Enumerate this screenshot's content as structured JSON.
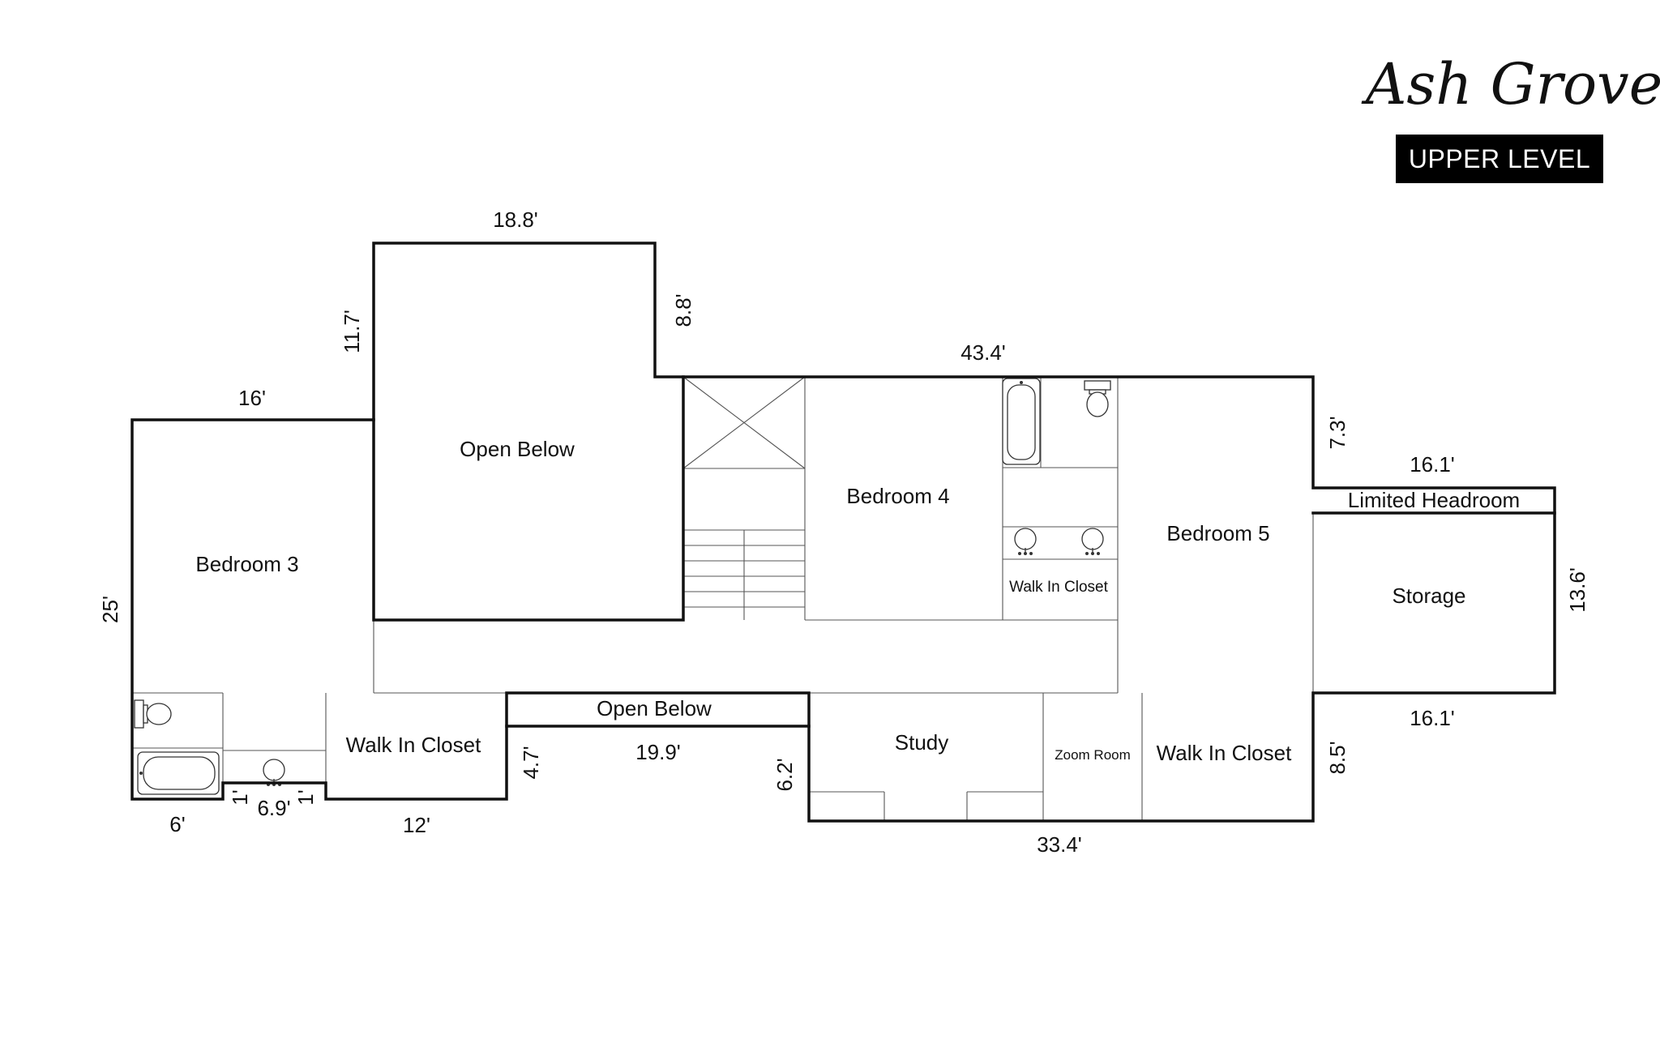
{
  "brand": {
    "title": "Ash Grove",
    "level": "UPPER LEVEL"
  },
  "rooms": {
    "open_below_top": "Open Below",
    "bedroom3": "Bedroom 3",
    "bedroom4": "Bedroom 4",
    "bedroom5": "Bedroom 5",
    "walk_in_closet_b4": "Walk In Closet",
    "walk_in_closet_left": "Walk In Closet",
    "walk_in_closet_right": "Walk In Closet",
    "open_below_strip": "Open Below",
    "study": "Study",
    "zoom_room": "Zoom Room",
    "limited_headroom": "Limited Headroom",
    "storage": "Storage"
  },
  "dimensions": {
    "top_width": "18.8'",
    "left_height_upper": "11.7'",
    "step_height": "8.8'",
    "main_width": "43.4'",
    "bedroom3_width": "16'",
    "bedroom3_height": "25'",
    "right_upper_height": "7.3'",
    "headroom_width": "16.1'",
    "storage_height": "13.6'",
    "storage_bottom_width": "16.1'",
    "right_lower_height": "8.5'",
    "bottom_width": "33.4'",
    "study_left_height": "6.2'",
    "open_below_width": "19.9'",
    "closet_left_height": "4.7'",
    "closet_bottom_width": "12'",
    "bath_notch_width": "6.9'",
    "notch_left": "1'",
    "notch_right": "1'",
    "bath_bottom_width": "6'"
  },
  "colors": {
    "wall": "#111111",
    "badge": "#000000"
  }
}
